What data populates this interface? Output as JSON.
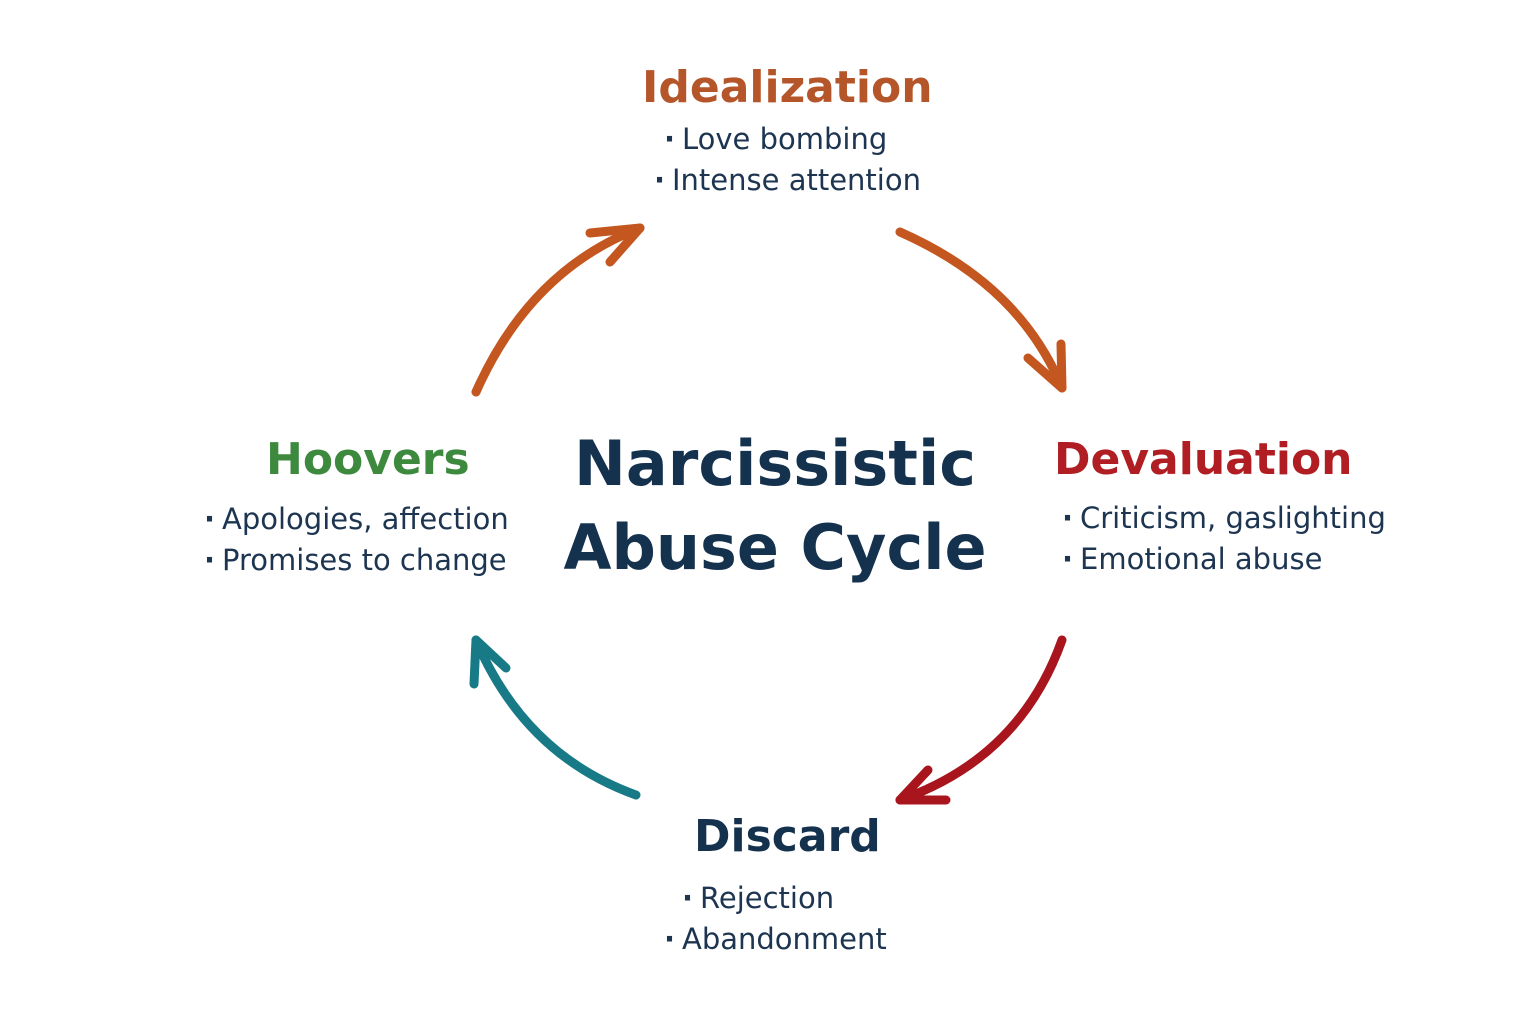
{
  "center": {
    "line1": "Narcissistic",
    "line2": "Abuse Cycle"
  },
  "stages": {
    "idealization": {
      "title": "Idealization",
      "items": [
        "Love bombing",
        "Intense attention"
      ],
      "color": "#b5552a"
    },
    "devaluation": {
      "title": "Devaluation",
      "items": [
        "Criticism, gaslighting",
        "Emotional abuse"
      ],
      "color": "#b01d22"
    },
    "discard": {
      "title": "Discard",
      "items": [
        "Rejection",
        "Abandonment"
      ],
      "color": "#14314e"
    },
    "hoovers": {
      "title": "Hoovers",
      "items": [
        "Apologies, affection",
        "Promises to change"
      ],
      "color": "#3d8a3f"
    }
  },
  "arrows": {
    "hoovers_to_idealization_color": "#c4561f",
    "idealization_to_devaluation_color": "#c4561f",
    "devaluation_to_discard_color": "#a8151c",
    "discard_to_hoovers_color": "#177a86"
  }
}
